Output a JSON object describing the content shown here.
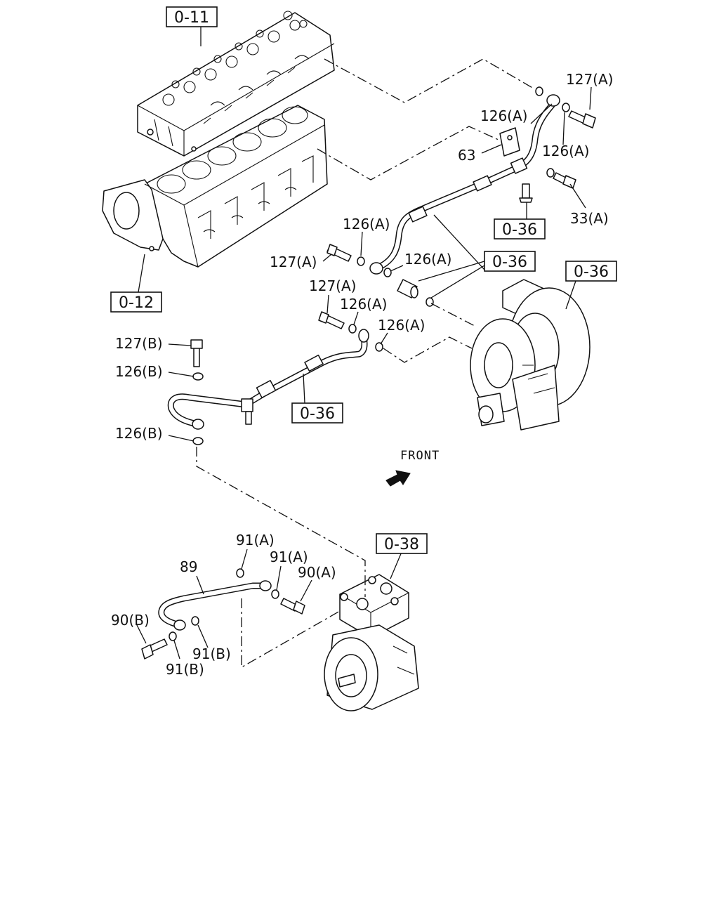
{
  "refs": {
    "cyl_head": "0-11",
    "cyl_block": "0-12",
    "turbo": "0-36",
    "upper_pipe": "0-36",
    "mid_group": "0-36",
    "lower_pipe": "0-36",
    "compressor": "0-38"
  },
  "callouts": {
    "c127a_top": "127(A)",
    "c126a_top": "126(A)",
    "c126a_right": "126(A)",
    "c63": "63",
    "c33a": "33(A)",
    "c126a_mid": "126(A)",
    "c127a_mid": "127(A)",
    "c126a_mid2": "126(A)",
    "c127a_low": "127(A)",
    "c126a_low": "126(A)",
    "c126a_low2": "126(A)",
    "c127b": "127(B)",
    "c126b_top": "126(B)",
    "c126b_bot": "126(B)",
    "c91a_top": "91(A)",
    "c89": "89",
    "c91a_mid": "91(A)",
    "c90a": "90(A)",
    "c90b": "90(B)",
    "c91b_right": "91(B)",
    "c91b_bot": "91(B)"
  },
  "front_label": "FRONT",
  "icons": [
    "front-arrow-icon"
  ]
}
